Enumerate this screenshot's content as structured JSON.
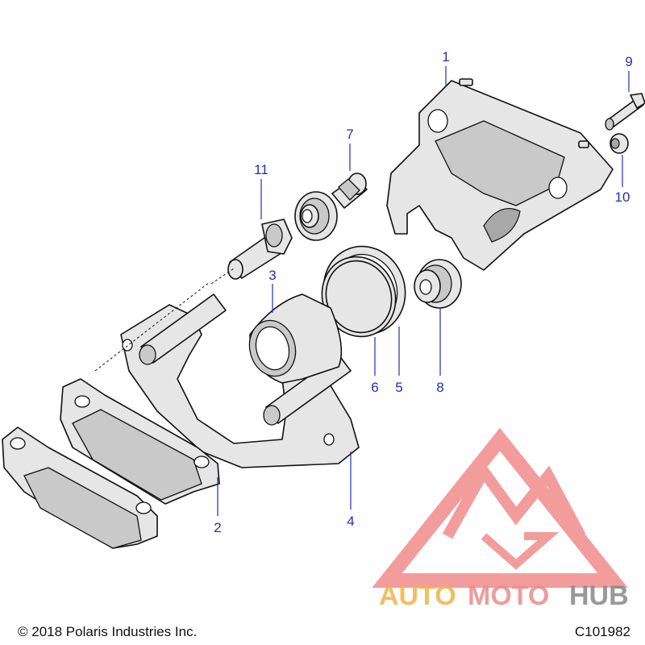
{
  "callouts": [
    {
      "id": "1",
      "label": "1"
    },
    {
      "id": "2",
      "label": "2"
    },
    {
      "id": "3",
      "label": "3"
    },
    {
      "id": "4",
      "label": "4"
    },
    {
      "id": "5",
      "label": "5"
    },
    {
      "id": "6",
      "label": "6"
    },
    {
      "id": "7",
      "label": "7"
    },
    {
      "id": "8",
      "label": "8"
    },
    {
      "id": "9",
      "label": "9"
    },
    {
      "id": "10",
      "label": "10"
    },
    {
      "id": "11",
      "label": "11"
    }
  ],
  "footer": {
    "copyright": "© 2018 Polaris Industries Inc.",
    "drawing_code": "C101982"
  },
  "watermark": {
    "part_a": "AUTO",
    "part_b": "MOTO",
    "part_c": "HUB"
  },
  "colors": {
    "callout": "#1f2fb8",
    "watermark_logo": "#ef7b7b",
    "watermark_auto": "#f2b24a",
    "watermark_moto": "#ec8b8b",
    "watermark_hub": "#888888"
  }
}
